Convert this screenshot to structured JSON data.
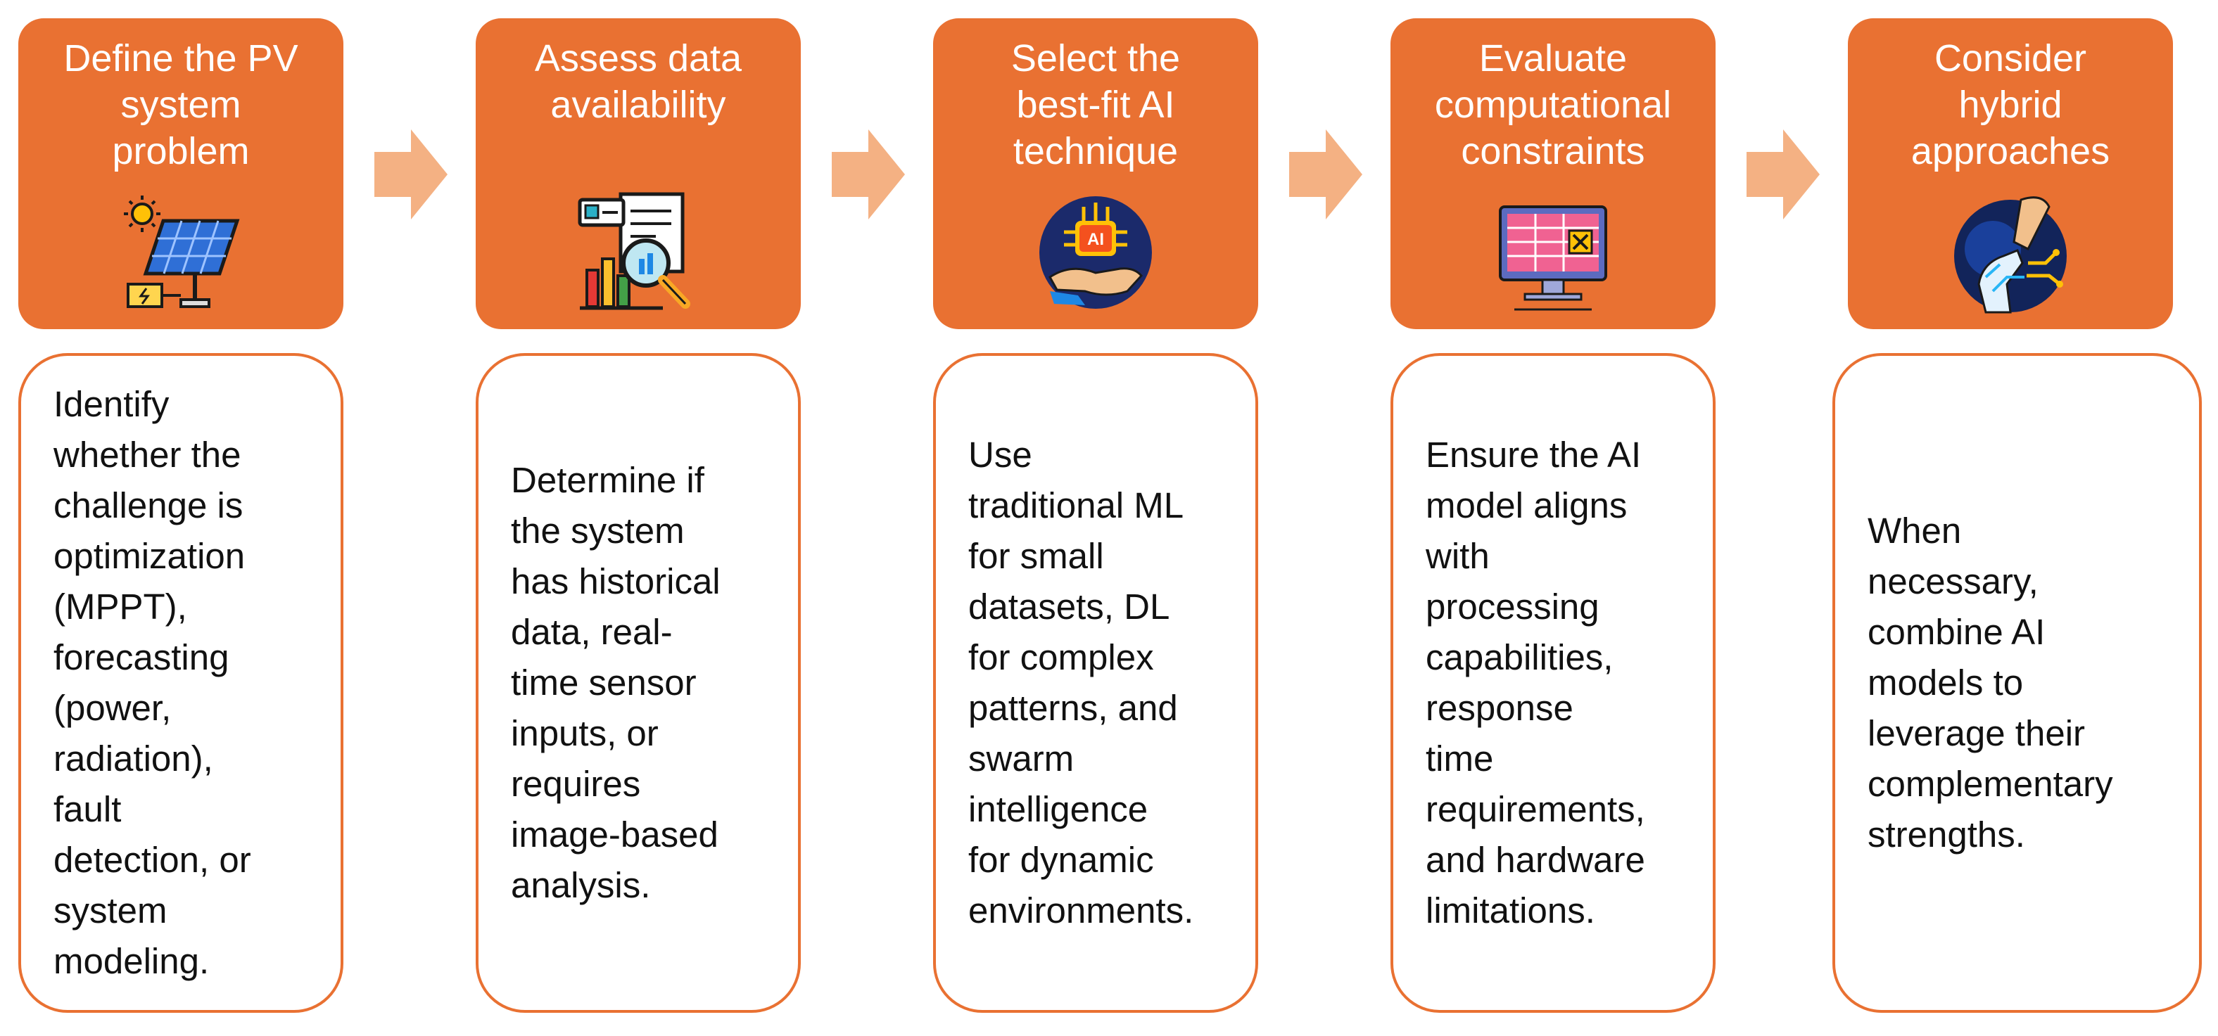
{
  "colors": {
    "header": "#E97132",
    "arrow": "#F4B183",
    "border": "#E97132"
  },
  "steps": [
    {
      "title": "Define the PV\nsystem\nproblem",
      "icon": "solar-panel-icon",
      "text": "Identify\nwhether the\nchallenge is\noptimization\n(MPPT),\nforecasting\n(power,\nradiation),\nfault\ndetection, or\nsystem\nmodeling."
    },
    {
      "title": "Assess data\navailability",
      "icon": "data-analysis-icon",
      "text": "Determine if\nthe system\nhas historical\ndata, real-\ntime sensor\ninputs, or\nrequires\nimage-based\nanalysis."
    },
    {
      "title": "Select the\nbest-fit AI\ntechnique",
      "icon": "ai-chip-hand-icon",
      "text": "Use\ntraditional ML\nfor small\ndatasets, DL\nfor complex\npatterns, and\nswarm\nintelligence\nfor dynamic\nenvironments."
    },
    {
      "title": "Evaluate\ncomputational\nconstraints",
      "icon": "monitor-spreadsheet-icon",
      "text": "Ensure the AI\nmodel aligns\nwith\nprocessing\ncapabilities,\nresponse\ntime\nrequirements,\nand hardware\nlimitations."
    },
    {
      "title": "Consider\nhybrid\napproaches",
      "icon": "human-robot-hands-icon",
      "text": "When\nnecessary,\ncombine AI\nmodels to\nleverage their\ncomplementary\nstrengths."
    }
  ]
}
